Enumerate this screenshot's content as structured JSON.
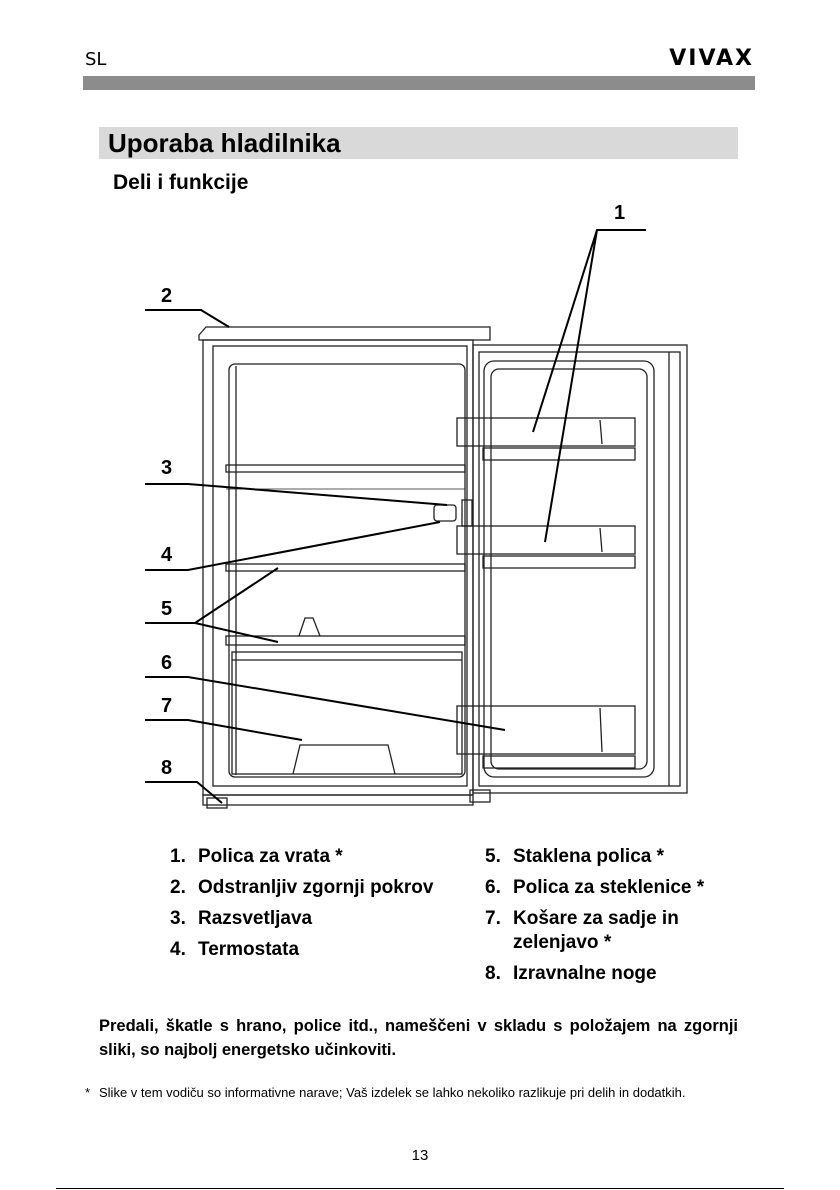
{
  "header": {
    "lang": "SL",
    "brand": "VIVAX"
  },
  "section_title": "Uporaba hladilnika",
  "subtitle": "Deli i funkcije",
  "callouts": [
    "1",
    "2",
    "3",
    "4",
    "5",
    "6",
    "7",
    "8"
  ],
  "parts_left": [
    {
      "num": "1.",
      "label": "Polica za vrata *"
    },
    {
      "num": "2.",
      "label": "Odstranljiv zgornji pokrov"
    },
    {
      "num": "3.",
      "label": "Razsvetljava"
    },
    {
      "num": "4.",
      "label": "Termostata"
    }
  ],
  "parts_right": [
    {
      "num": "5.",
      "label": "Staklena polica *"
    },
    {
      "num": "6.",
      "label": "Polica za steklenice *"
    },
    {
      "num": "7.",
      "label": "Košare za sadje in zelenjavo *"
    },
    {
      "num": "8.",
      "label": "Izravnalne noge"
    }
  ],
  "note": "Predali, škatle s hrano, police itd., nameščeni v skladu s položajem na zgornji sliki, so najbolj energetsko učinkoviti.",
  "footnote": {
    "star": "*",
    "text": "Slike v tem vodiču so informativne narave; Vaš izdelek se lahko nekoliko razlikuje pri delih in dodatkih."
  },
  "page_number": "13"
}
